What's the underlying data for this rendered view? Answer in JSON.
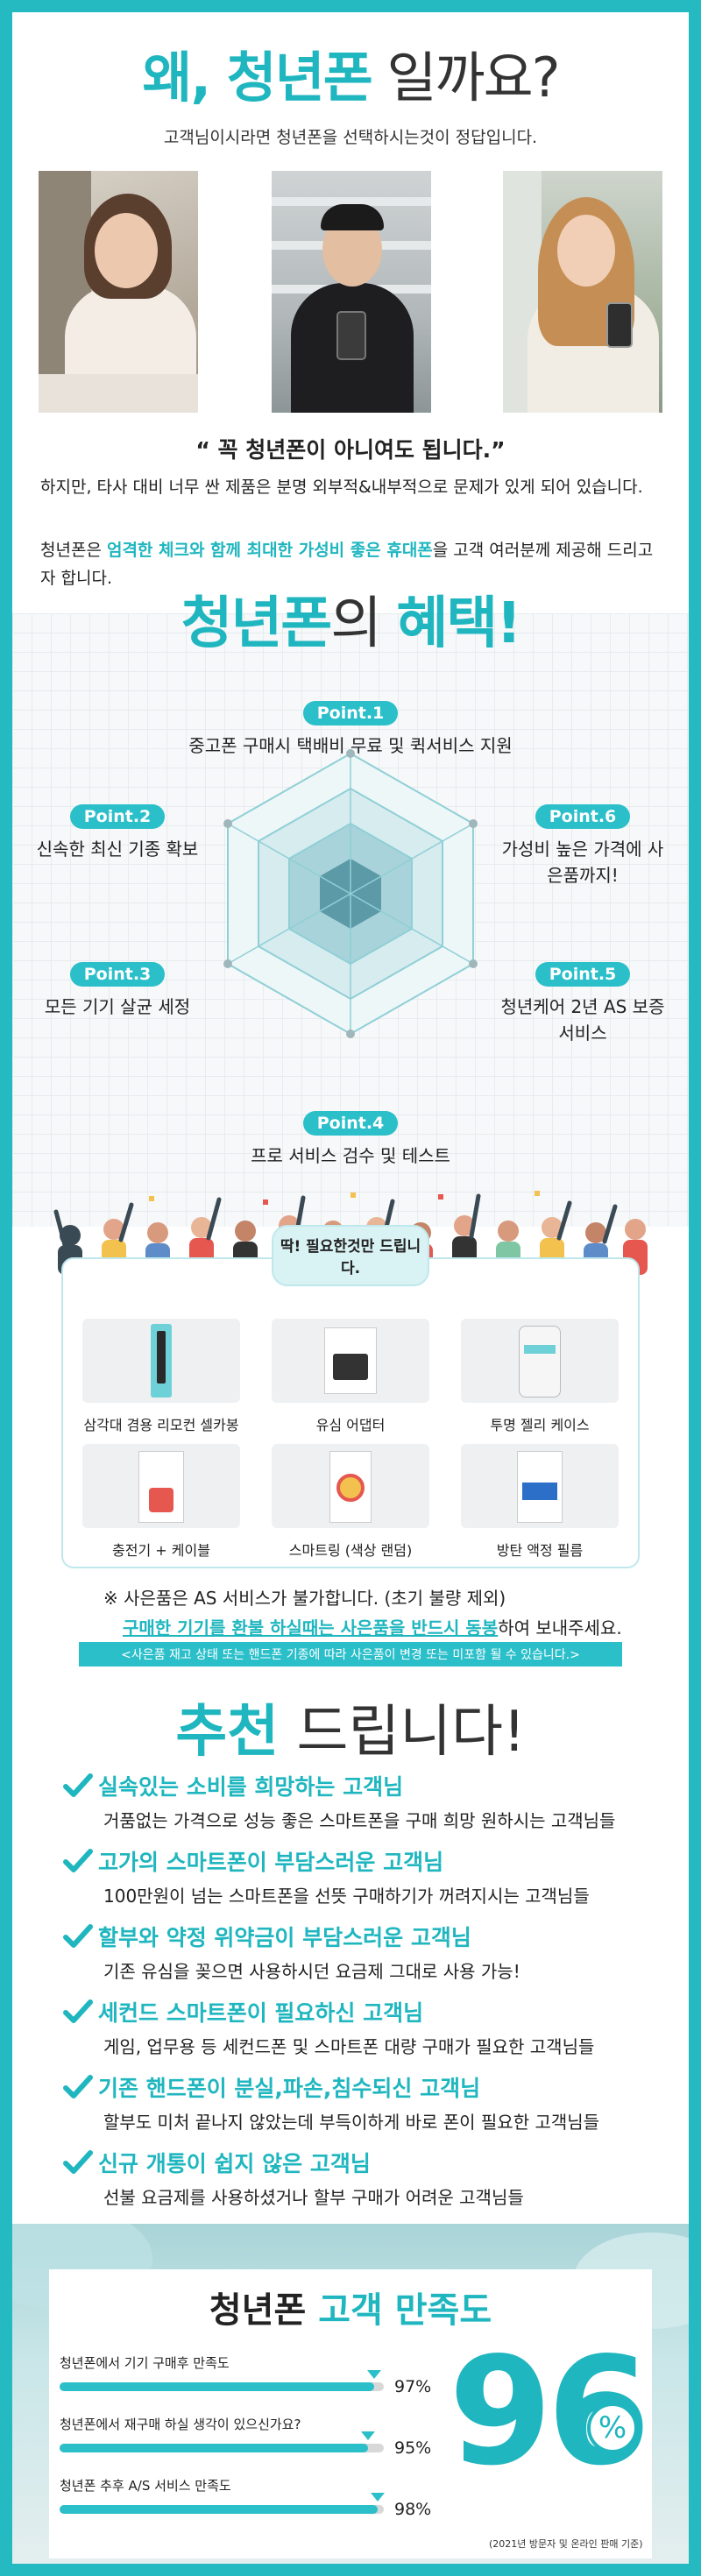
{
  "hero": {
    "title_emph": "왜, 청년폰",
    "title_rest": " 일까요?",
    "subtitle": "고객님이시라면 청년폰을 선택하시는것이 정답입니다."
  },
  "quote": "“ 꼭 청년폰이 아니여도 됩니다.”",
  "paragraph1": "하지만, 타사 대비 너무 싼 제품은 분명 외부적&내부적으로 문제가 있게 되어 있습니다.",
  "paragraph2": {
    "before": "청년폰은 ",
    "emph": "엄격한 체크와 함께 최대한 가성비 좋은 휴대폰",
    "after": "을 고객 여러분께 제공해 드리고자 합니다."
  },
  "benefits": {
    "title_a": "청년폰",
    "title_b": "의 ",
    "title_c": "혜택!",
    "points": [
      {
        "label": "Point.1",
        "desc": "중고폰 구매시 택배비 무료 및 퀵서비스 지원"
      },
      {
        "label": "Point.2",
        "desc": "신속한 최신 기종 확보"
      },
      {
        "label": "Point.3",
        "desc": "모든 기기 살균 세정"
      },
      {
        "label": "Point.4",
        "desc": "프로 서비스 검수 및 테스트"
      },
      {
        "label": "Point.5",
        "desc": "청년케어 2년 AS 보증 서비스"
      },
      {
        "label": "Point.6",
        "desc": "가성비 높은 가격에 사은품까지!"
      }
    ]
  },
  "gifts": {
    "tag": "딱! 필요한것만 드립니다.",
    "items": [
      "삼각대 겸용 리모컨 셀카봉",
      "유심 어댑터",
      "투명 젤리 케이스",
      "충전기 + 케이블",
      "스마트링 (색상 랜덤)",
      "방탄 액정 필름"
    ],
    "note1": "※ 사은품은 AS 서비스가 불가합니다. (초기 불량 제외)",
    "note2_emph": "구매한 기기를 환불 하실때는 사은품을 반드시 동봉",
    "note2_rest": "하여 보내주세요.",
    "note3": "<사은품 재고 상태 또는 핸드폰 기종에 따라 사은품이 변경 또는 미포함 될 수 있습니다.>"
  },
  "recommend": {
    "title_a": "추천",
    "title_b": " 드립니다!",
    "items": [
      {
        "title": "실속있는 소비를 희망하는 고객님",
        "desc": "거품없는 가격으로 성능 좋은 스마트폰을 구매 희망 원하시는 고객님들"
      },
      {
        "title": "고가의 스마트폰이 부담스러운 고객님",
        "desc": "100만원이 넘는 스마트폰을 선뜻 구매하기가 꺼려지시는 고객님들"
      },
      {
        "title": "할부와 약정 위약금이 부담스러운 고객님",
        "desc": "기존 유심을 꽂으면 사용하시던 요금제 그대로 사용 가능!"
      },
      {
        "title": "세컨드 스마트폰이 필요하신 고객님",
        "desc": "게임, 업무용 등 세컨드폰 및 스마트폰 대량 구매가 필요한 고객님들"
      },
      {
        "title": "기존 핸드폰이 분실,파손,침수되신 고객님",
        "desc": "할부도 미처 끝나지 않았는데 부득이하게 바로 폰이 필요한 고객님들"
      },
      {
        "title": "신규 개통이 쉽지 않은 고객님",
        "desc": "선불 요금제를 사용하셨거나 할부 구매가 어려운 고객님들"
      }
    ]
  },
  "satisfaction": {
    "title_a": "청년폰",
    "title_b": " 고객 만족도",
    "items": [
      {
        "question": "청년폰에서 기기 구매후 만족도",
        "value": 97,
        "value_label": "97%"
      },
      {
        "question": "청년폰에서 재구매 하실 생각이 있으신가요?",
        "value": 95,
        "value_label": "95%"
      },
      {
        "question": "청년폰 추후 A/S 서비스 만족도",
        "value": 98,
        "value_label": "98%"
      }
    ],
    "overall": "96",
    "overall_unit": "%",
    "footnote": "(2021년 방문자 및 온라인 판매 기준)"
  },
  "colors": {
    "accent": "#1fb6bf",
    "frame": "#25b9c2"
  }
}
